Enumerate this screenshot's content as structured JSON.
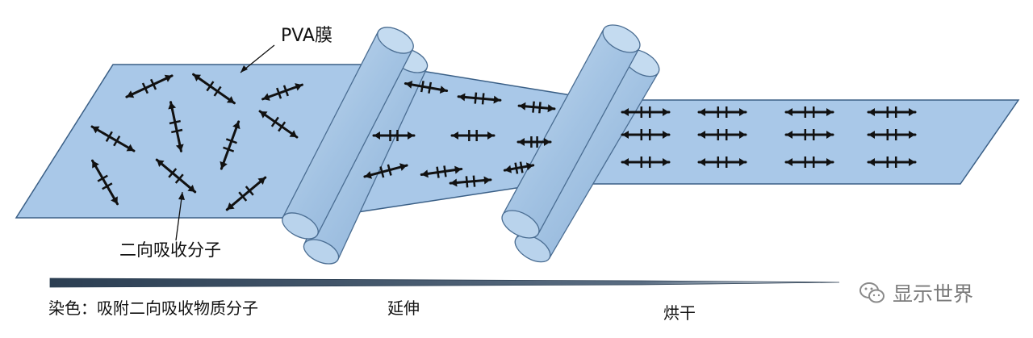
{
  "labels": {
    "film": "PVA膜",
    "molecules": "二向吸收分子",
    "dyeing": "染色：吸附二向吸收物质分子",
    "stretching": "延伸",
    "drying": "烘干"
  },
  "watermark": {
    "text": "显示世界",
    "icon": "wechat-icon"
  },
  "colors": {
    "film": "#a9c8e8",
    "film_edge": "#3a5f86",
    "roller": "#a7c7e6",
    "roller_edge": "#4a6d92",
    "molecule": "#111111"
  }
}
